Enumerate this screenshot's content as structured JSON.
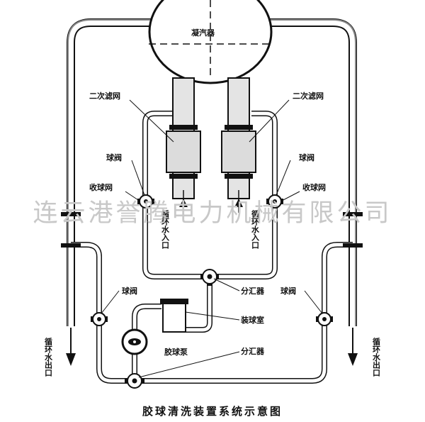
{
  "diagram": {
    "condenser": "凝汽器",
    "secondary_filter_left": "二次滤网",
    "secondary_filter_right": "二次滤网",
    "ball_valve_upper_left": "球阀",
    "ball_valve_upper_right": "球阀",
    "ball_collector_left": "收球网",
    "ball_collector_right": "收球网",
    "inlet_left": "循环水入口",
    "inlet_right": "循环水入口",
    "manifold_upper": "分汇器",
    "ball_valve_lower_left": "球阀",
    "ball_valve_lower_right": "球阀",
    "ball_chamber": "装球室",
    "ball_pump": "胶球泵",
    "manifold_lower": "分汇器",
    "outlet_left": "循环水出口",
    "outlet_right": "循环水出口",
    "title": "胶球清洗装置系统示意图",
    "watermark": "连云港誉腾电力机械有限公司"
  }
}
